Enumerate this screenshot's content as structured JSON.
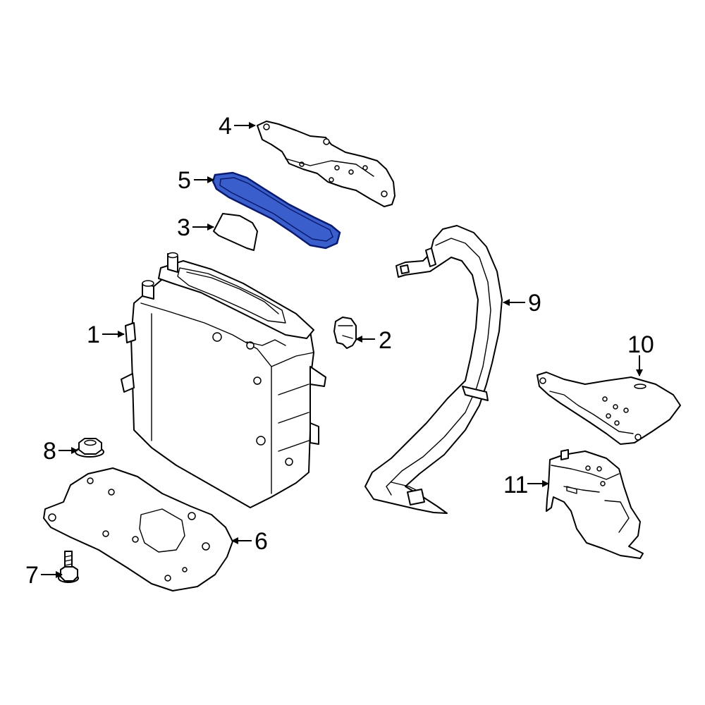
{
  "diagram": {
    "callouts": [
      {
        "id": "1",
        "label": "1"
      },
      {
        "id": "2",
        "label": "2"
      },
      {
        "id": "3",
        "label": "3"
      },
      {
        "id": "4",
        "label": "4"
      },
      {
        "id": "5",
        "label": "5"
      },
      {
        "id": "6",
        "label": "6"
      },
      {
        "id": "7",
        "label": "7"
      },
      {
        "id": "8",
        "label": "8"
      },
      {
        "id": "9",
        "label": "9"
      },
      {
        "id": "10",
        "label": "10"
      },
      {
        "id": "11",
        "label": "11"
      }
    ],
    "highlighted_part": "5",
    "colors": {
      "highlight_fill": "#3a5fcd",
      "highlight_stroke": "#0a1a6e",
      "line": "#000000",
      "background": "#ffffff"
    }
  }
}
